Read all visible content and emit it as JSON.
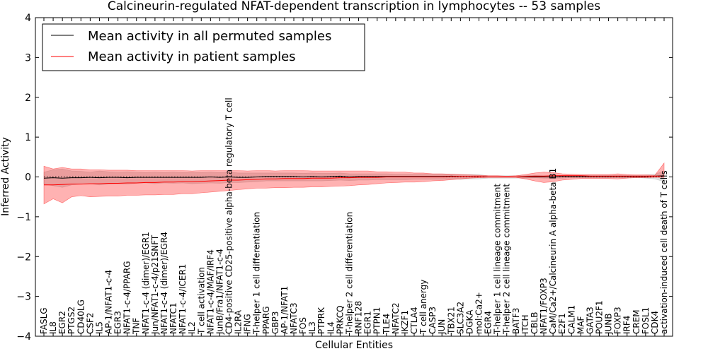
{
  "chart_data": {
    "type": "line",
    "title": "Calcineurin-regulated NFAT-dependent transcription in lymphocytes -- 53 samples",
    "xlabel": "Cellular Entities",
    "ylabel": "Inferred Activity",
    "ylim": [
      -4,
      4
    ],
    "yticks": [
      -4,
      -3,
      -2,
      -1,
      0,
      1,
      2,
      3,
      4
    ],
    "grid": false,
    "legend_position": "top-left",
    "categories": [
      "FASLG",
      "IL8",
      "EGR2",
      "PTGS2",
      "CD40LG",
      "CSF2",
      "IL5",
      "AP-1/NFAT1-c-4",
      "EGR3",
      "NFAT1-c-4/PPARG",
      "TNF",
      "NFAT1-c-4 (dimer)/EGR1",
      "Jun/NFAT1-c-4/p21SNFT",
      "NFAT1-c-4 (dimer)/EGR4",
      "NFATC1",
      "NFAT1-c-4/ICER1",
      "IL2",
      "T cell activation",
      "NFAT1-c-4/MAF/IRF4",
      "JunB/Fra1/NFAT1-c-4",
      "CD4-positive CD25-positive alpha-beta regulatory T cell",
      "IL2RA",
      "IFNG",
      "T-helper 1 cell differentiation",
      "PPARG",
      "GBP3",
      "AP-1/NFAT1",
      "NFATC3",
      "FOS",
      "IL3",
      "PTPRK",
      "IL4",
      "PRKCQ",
      "T-helper 2 cell differentiation",
      "RNF128",
      "EGR1",
      "PTPN1",
      "TLE4",
      "NFATC2",
      "IKZF1",
      "CTLA4",
      "T cell anergy",
      "CASP3",
      "JUN",
      "TBX21",
      "SLC3A2",
      "DGKA",
      "mol:Ca2+",
      "EGR4",
      "T-helper 1 cell lineage commitment",
      "T-helper 2 cell lineage commitment",
      "BATF3",
      "ITCH",
      "CBLB",
      "NFAT1/FOXP3",
      "CaM/Ca2+/Calcineurin A alpha-beta B1",
      "E2F1",
      "CALM1",
      "MAF",
      "GATA3",
      "POU2F1",
      "JUNB",
      "FOXP3",
      "IRF4",
      "CREM",
      "FOSL1",
      "CDK4",
      "activation-induced cell death of T cells"
    ],
    "series": [
      {
        "name": "Mean activity in all permuted samples",
        "color": "#000000",
        "band_color": "#aaaaaa",
        "values": [
          -0.03,
          -0.02,
          -0.03,
          -0.02,
          -0.02,
          -0.01,
          -0.02,
          -0.01,
          -0.01,
          -0.02,
          -0.01,
          -0.01,
          -0.01,
          -0.01,
          -0.01,
          -0.01,
          -0.01,
          -0.01,
          0.0,
          -0.01,
          0.0,
          -0.01,
          -0.01,
          0.0,
          0.01,
          0.01,
          0.01,
          0.01,
          0.0,
          0.01,
          0.0,
          0.01,
          0.02,
          0.0,
          0.01,
          0.01,
          0.01,
          0.01,
          0.01,
          0.01,
          0.01,
          0.01,
          0.01,
          0.01,
          0.02,
          0.01,
          0.01,
          0.01,
          0.0,
          0.0,
          0.0,
          0.0,
          0.0,
          0.0,
          0.0,
          0.0,
          0.01,
          0.01,
          0.01,
          0.01,
          0.01,
          0.01,
          0.01,
          0.01,
          0.01,
          0.01,
          0.02,
          0.03
        ],
        "lower": [
          -0.18,
          -0.22,
          -0.26,
          -0.2,
          -0.18,
          -0.17,
          -0.2,
          -0.18,
          -0.17,
          -0.18,
          -0.16,
          -0.15,
          -0.17,
          -0.15,
          -0.16,
          -0.15,
          -0.17,
          -0.16,
          -0.15,
          -0.16,
          -0.14,
          -0.14,
          -0.13,
          -0.12,
          -0.1,
          -0.1,
          -0.1,
          -0.1,
          -0.1,
          -0.1,
          -0.1,
          -0.09,
          -0.08,
          -0.09,
          -0.08,
          -0.08,
          -0.07,
          -0.07,
          -0.07,
          -0.07,
          -0.06,
          -0.06,
          -0.06,
          -0.06,
          -0.05,
          -0.06,
          -0.05,
          -0.05,
          -0.03,
          -0.03,
          -0.03,
          -0.03,
          -0.03,
          -0.02,
          -0.03,
          -0.03,
          -0.03,
          -0.02,
          -0.02,
          -0.02,
          -0.02,
          -0.02,
          -0.02,
          -0.02,
          -0.02,
          -0.03,
          -0.05,
          -0.12
        ],
        "upper": [
          0.12,
          0.18,
          0.2,
          0.15,
          0.14,
          0.12,
          0.15,
          0.13,
          0.12,
          0.13,
          0.12,
          0.11,
          0.12,
          0.11,
          0.12,
          0.11,
          0.12,
          0.11,
          0.12,
          0.11,
          0.12,
          0.1,
          0.1,
          0.1,
          0.1,
          0.1,
          0.1,
          0.1,
          0.09,
          0.1,
          0.09,
          0.09,
          0.1,
          0.08,
          0.08,
          0.08,
          0.08,
          0.08,
          0.07,
          0.07,
          0.07,
          0.07,
          0.07,
          0.07,
          0.07,
          0.06,
          0.06,
          0.06,
          0.03,
          0.03,
          0.03,
          0.03,
          0.03,
          0.04,
          0.03,
          0.03,
          0.04,
          0.04,
          0.04,
          0.04,
          0.04,
          0.04,
          0.04,
          0.04,
          0.04,
          0.05,
          0.07,
          0.15
        ]
      },
      {
        "name": "Mean activity in patient samples",
        "color": "#ff0000",
        "band_color": "#ff0000",
        "values": [
          -0.2,
          -0.2,
          -0.19,
          -0.18,
          -0.18,
          -0.17,
          -0.17,
          -0.16,
          -0.16,
          -0.15,
          -0.15,
          -0.14,
          -0.14,
          -0.13,
          -0.13,
          -0.12,
          -0.12,
          -0.11,
          -0.1,
          -0.09,
          -0.08,
          -0.08,
          -0.07,
          -0.06,
          -0.05,
          -0.05,
          -0.04,
          -0.04,
          -0.04,
          -0.03,
          -0.03,
          -0.03,
          -0.02,
          -0.02,
          -0.01,
          -0.01,
          -0.01,
          0.0,
          0.0,
          0.0,
          0.0,
          0.0,
          0.0,
          0.0,
          0.01,
          0.01,
          0.01,
          0.01,
          0.0,
          0.0,
          0.0,
          0.0,
          0.01,
          0.02,
          0.02,
          0.03,
          0.03,
          0.03,
          0.03,
          0.02,
          0.02,
          0.02,
          0.02,
          0.02,
          0.02,
          0.02,
          0.02,
          0.02
        ],
        "lower": [
          -0.68,
          -0.55,
          -0.65,
          -0.5,
          -0.47,
          -0.5,
          -0.49,
          -0.48,
          -0.48,
          -0.46,
          -0.46,
          -0.45,
          -0.45,
          -0.44,
          -0.44,
          -0.42,
          -0.42,
          -0.4,
          -0.38,
          -0.36,
          -0.34,
          -0.32,
          -0.3,
          -0.28,
          -0.28,
          -0.27,
          -0.27,
          -0.26,
          -0.26,
          -0.25,
          -0.25,
          -0.24,
          -0.23,
          -0.22,
          -0.2,
          -0.19,
          -0.17,
          -0.15,
          -0.14,
          -0.13,
          -0.13,
          -0.12,
          -0.1,
          -0.09,
          -0.07,
          -0.05,
          -0.03,
          -0.02,
          -0.01,
          -0.01,
          -0.01,
          -0.01,
          -0.05,
          -0.1,
          -0.14,
          -0.12,
          -0.08,
          -0.06,
          -0.04,
          -0.04,
          -0.04,
          -0.04,
          -0.05,
          -0.03,
          -0.02,
          -0.02,
          -0.01,
          -0.01
        ],
        "upper": [
          0.27,
          0.2,
          0.24,
          0.2,
          0.2,
          0.18,
          0.18,
          0.17,
          0.17,
          0.17,
          0.16,
          0.16,
          0.16,
          0.16,
          0.16,
          0.16,
          0.15,
          0.16,
          0.16,
          0.16,
          0.16,
          0.16,
          0.15,
          0.16,
          0.16,
          0.15,
          0.16,
          0.16,
          0.16,
          0.15,
          0.15,
          0.15,
          0.15,
          0.15,
          0.15,
          0.15,
          0.13,
          0.13,
          0.12,
          0.12,
          0.1,
          0.1,
          0.08,
          0.08,
          0.07,
          0.06,
          0.05,
          0.04,
          0.03,
          0.03,
          0.02,
          0.03,
          0.06,
          0.1,
          0.12,
          0.11,
          0.08,
          0.07,
          0.06,
          0.06,
          0.06,
          0.06,
          0.08,
          0.06,
          0.05,
          0.05,
          0.04,
          0.35
        ]
      }
    ]
  }
}
